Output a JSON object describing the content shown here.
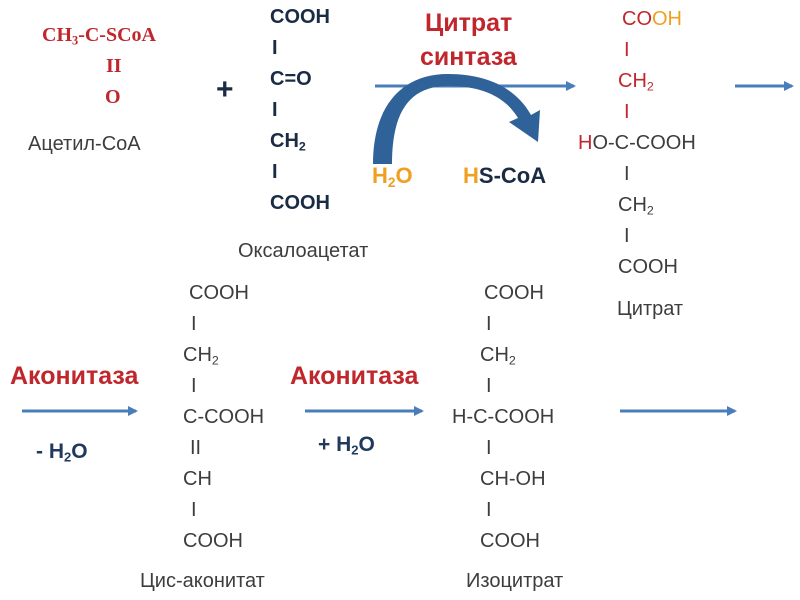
{
  "colors": {
    "arrow": "#4a7ebb",
    "curved_arrow": "#2f6299",
    "red": "#c0272d",
    "orange": "#f0a020",
    "dark": "#1a2b44"
  },
  "acetyl": {
    "line1_a": "CH",
    "line1_sub": "3",
    "line1_b": "-C-SCoA",
    "line2": "II",
    "line3": "O",
    "caption": "Ацетил-CoA"
  },
  "plus": "+",
  "oxaloacetate": {
    "l1": "COOH",
    "l2": "I",
    "l3": "C=O",
    "l4": "I",
    "l5_a": "CH",
    "l5_sub": "2",
    "l6": "I",
    "l7": "COOH",
    "caption": "Оксалоацетат"
  },
  "enzyme1": {
    "line1": "Цитрат",
    "line2": "синтаза"
  },
  "water_in": {
    "h": "H",
    "sub": "2",
    "o": "O"
  },
  "hscoa": {
    "h": "H",
    "rest": "S-CoA"
  },
  "citrate": {
    "l1_a": "CO",
    "l1_b": "OH",
    "l2": "I",
    "l3_a": "CH",
    "l3_sub": "2",
    "l4": "I",
    "l5_a": "H",
    "l5_b": "O-C-COOH",
    "l6": "I",
    "l7_a": "CH",
    "l7_sub": "2",
    "l8": "I",
    "l9": "COOH",
    "caption": "Цитрат"
  },
  "enzyme2": {
    "label": "Аконитаза",
    "note_a": "- H",
    "note_sub": "2",
    "note_b": "O"
  },
  "cisaconitate": {
    "l1": "COOH",
    "l2": "I",
    "l3_a": "CH",
    "l3_sub": "2",
    "l4": "I",
    "l5": "C-COOH",
    "l6": "II",
    "l7": "CH",
    "l8": "I",
    "l9": "COOH",
    "caption": "Цис-аконитат"
  },
  "enzyme3": {
    "label": "Аконитаза",
    "note_a": "+ H",
    "note_sub": "2",
    "note_b": "O"
  },
  "isocitrate": {
    "l1": "COOH",
    "l2": "I",
    "l3_a": "CH",
    "l3_sub": "2",
    "l4": "I",
    "l5": "H-C-COOH",
    "l6": "I",
    "l7": "CH-OH",
    "l8": "I",
    "l9": "COOH",
    "caption": "Изоцитрат"
  }
}
